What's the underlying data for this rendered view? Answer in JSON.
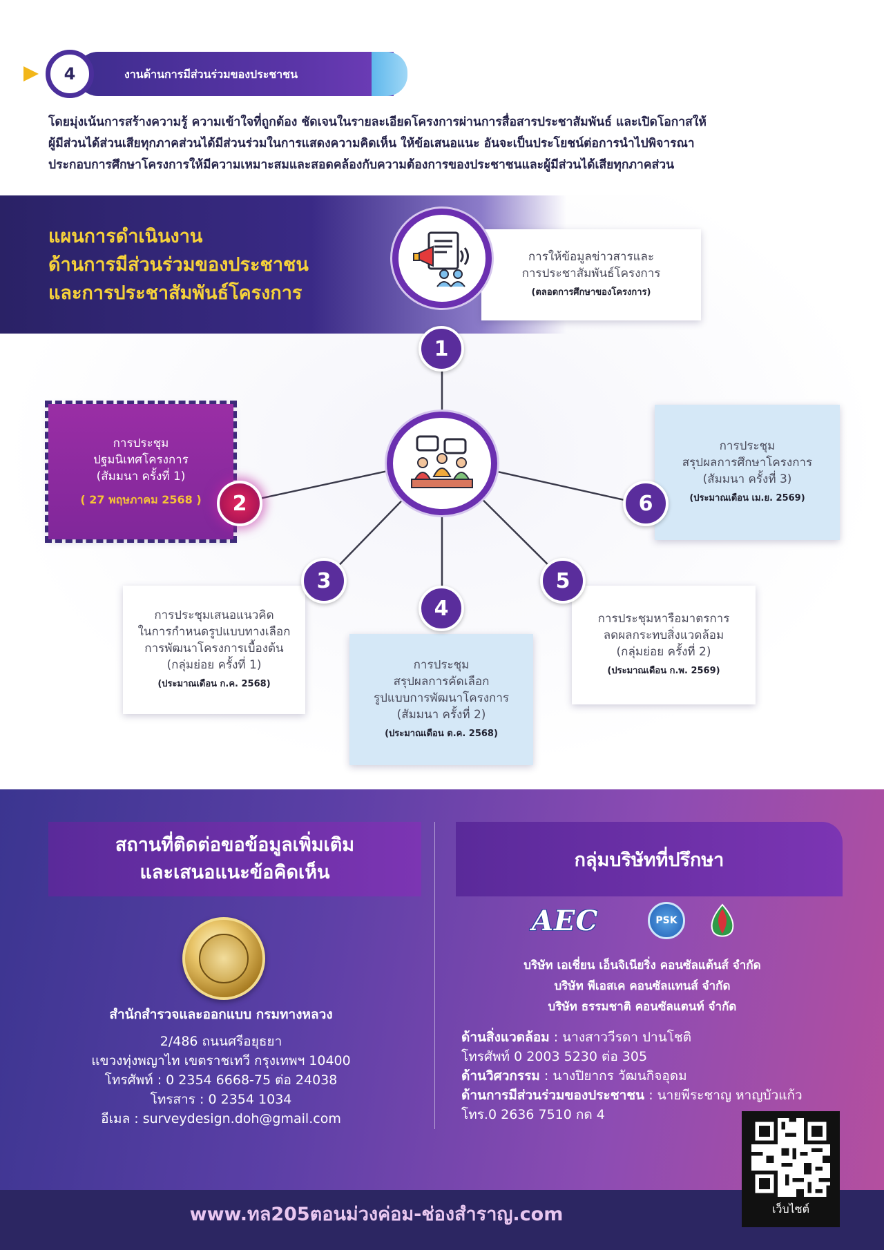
{
  "section": {
    "number": "4",
    "title": "งานด้านการมีส่วนร่วมของประชาชน"
  },
  "intro": {
    "line1": "โดยมุ่งเน้นการสร้างความรู้ ความเข้าใจที่ถูกต้อง ชัดเจนในรายละเอียดโครงการผ่านการสื่อสารประชาสัมพันธ์ และเปิดโอกาสให้",
    "line2": "ผู้มีส่วนได้ส่วนเสียทุกภาคส่วนได้มีส่วนร่วมในการแสดงความคิดเห็น ให้ข้อเสนอแนะ อันจะเป็นประโยชน์ต่อการนำไปพิจารณา",
    "line3": "ประกอบการศึกษาโครงการให้มีความเหมาะสมและสอดคล้องกับความต้องการของประชาชนและผู้มีส่วนได้เสียทุกภาคส่วน"
  },
  "plan": {
    "title1": "แผนการดำเนินงาน",
    "title2": "ด้านการมีส่วนร่วมของประชาชน",
    "title3": "และการประชาสัมพันธ์โครงการ"
  },
  "steps": [
    {
      "num": "1",
      "lines": [
        "การให้ข้อมูลข่าวสารและ",
        "การประชาสัมพันธ์โครงการ"
      ],
      "sub": "(ตลอดการศึกษาของโครงการ)"
    },
    {
      "num": "2",
      "lines": [
        "การประชุม",
        "ปฐมนิเทศโครงการ",
        "(สัมมนา ครั้งที่ 1)"
      ],
      "sub": "( 27 พฤษภาคม 2568 )"
    },
    {
      "num": "3",
      "lines": [
        "การประชุมเสนอแนวคิด",
        "ในการกำหนดรูปแบบทางเลือก",
        "การพัฒนาโครงการเบื้องต้น",
        "(กลุ่มย่อย ครั้งที่ 1)"
      ],
      "sub": "(ประมาณเดือน ก.ค. 2568)"
    },
    {
      "num": "4",
      "lines": [
        "การประชุม",
        "สรุปผลการคัดเลือก",
        "รูปแบบการพัฒนาโครงการ",
        "(สัมมนา ครั้งที่ 2)"
      ],
      "sub": "(ประมาณเดือน ต.ค. 2568)"
    },
    {
      "num": "5",
      "lines": [
        "การประชุมหารือมาตรการ",
        "ลดผลกระทบสิ่งแวดล้อม",
        "(กลุ่มย่อย ครั้งที่ 2)"
      ],
      "sub": "(ประมาณเดือน ก.พ. 2569)"
    },
    {
      "num": "6",
      "lines": [
        "การประชุม",
        "สรุปผลการศึกษาโครงการ",
        "(สัมมนา ครั้งที่ 3)"
      ],
      "sub": "(ประมาณเดือน เม.ย. 2569)"
    }
  ],
  "contact": {
    "title1": "สถานที่ติดต่อขอข้อมูลเพิ่มเติม",
    "title2": "และเสนอแนะข้อคิดเห็น",
    "org": "สำนักสำรวจและออกแบบ กรมทางหลวง",
    "address1": "2/486 ถนนศรีอยุธยา",
    "address2": "แขวงทุ่งพญาไท เขตราชเทวี กรุงเทพฯ 10400",
    "phone": "โทรศัพท์ : 0 2354 6668-75 ต่อ 24038",
    "fax": "โทรสาร : 0 2354 1034",
    "email": "อีเมล : surveydesign.doh@gmail.com"
  },
  "consultants": {
    "title": "กลุ่มบริษัทที่ปรึกษา",
    "logo_aec": "AEC",
    "logo_psk": "PSK",
    "firm1": "บริษัท เอเชี่ยน เอ็นจิเนียริ่ง คอนซัลแต้นส์ จำกัด",
    "firm2": "บริษัท พีเอสเค คอนซัลแทนส์ จำกัด",
    "firm3": "บริษัท ธรรมชาติ คอนซัลแตนท์ จำกัด",
    "env_label": "ด้านสิ่งแวดล้อม",
    "env_value": " : นางสาววีรดา ปานโชติ",
    "env_phone": "โทรศัพท์ 0 2003 5230 ต่อ 305",
    "eng_label": "ด้านวิศวกรรม",
    "eng_value": " : นางปิยากร วัฒนกิจอุดม",
    "pp_label": "ด้านการมีส่วนร่วมของประชาชน",
    "pp_value": " : นายพีระชาญ หาญบัวแก้ว",
    "pp_phone": "โทร.0 2636 7510 กด 4"
  },
  "footer": {
    "url": "www.ทล205ตอนม่วงค่อม-ช่องสำราญ.com",
    "qr_label": "เว็บไซต์"
  },
  "colors": {
    "purple_dark": "#2c2662",
    "purple": "#5a2d9c",
    "magenta": "#b41756",
    "yellow": "#f6d23a",
    "light_blue": "#d5e8f7"
  }
}
